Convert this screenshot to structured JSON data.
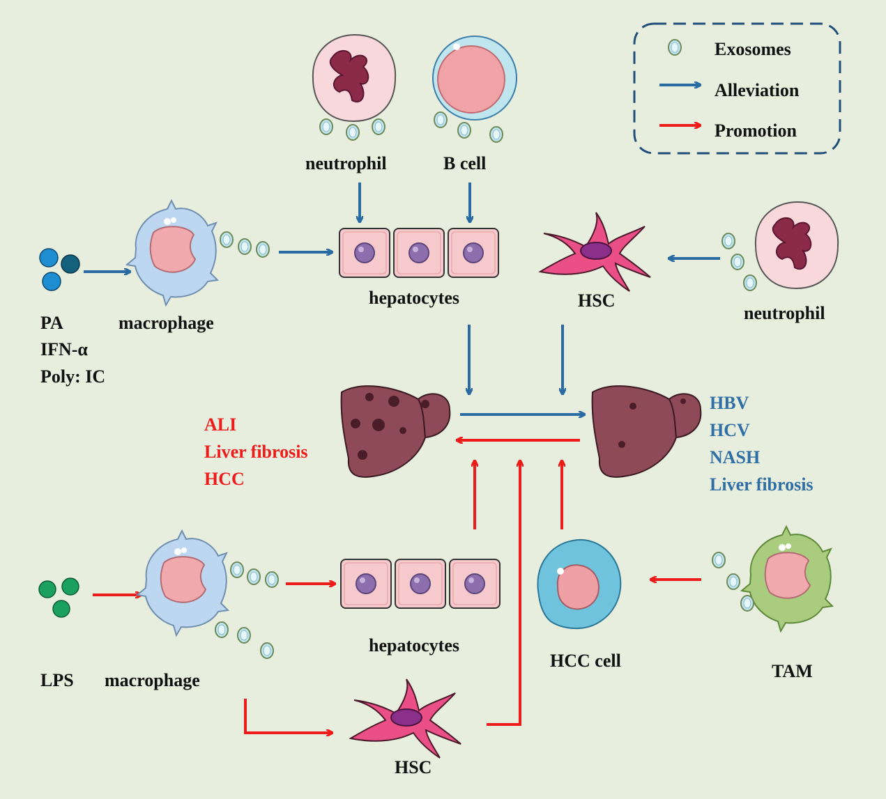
{
  "legend": {
    "exosomes": "Exosomes",
    "alleviation": "Alleviation",
    "promotion": "Promotion"
  },
  "labels": {
    "top_neutrophil": "neutrophil",
    "b_cell": "B cell",
    "hepatocytes_top": "hepatocytes",
    "hsc_top": "HSC",
    "right_neutrophil": "neutrophil",
    "pa": "PA",
    "ifn": "IFN-α",
    "poly_ic": "Poly: IC",
    "macrophage_top": "macrophage",
    "ali": "ALI",
    "liver_fibrosis_red": "Liver fibrosis",
    "hcc_red": "HCC",
    "hbv": "HBV",
    "hcv": "HCV",
    "nash": "NASH",
    "liver_fibrosis_blue": "Liver fibrosis",
    "lps": "LPS",
    "macrophage_bottom": "macrophage",
    "hepatocytes_bottom": "hepatocytes",
    "hcc_cell": "HCC cell",
    "tam": "TAM",
    "hsc_bottom": "HSC"
  },
  "colors": {
    "background": "#e8eedd",
    "alleviation": "#2a6aa3",
    "promotion": "#ee1b1b",
    "text_red": "#ee1b1b",
    "text_blue": "#2f6fa6",
    "liver": "#8f4a57",
    "hepatocyte": "#f6c9cc",
    "nucleus": "#8e6fae",
    "macrophage": "#bcd7ef",
    "hsc": "#ea4f86",
    "tam": "#a9cc7f",
    "hcc_cell": "#6fc3dc",
    "exosome": "#bfe6ef"
  }
}
